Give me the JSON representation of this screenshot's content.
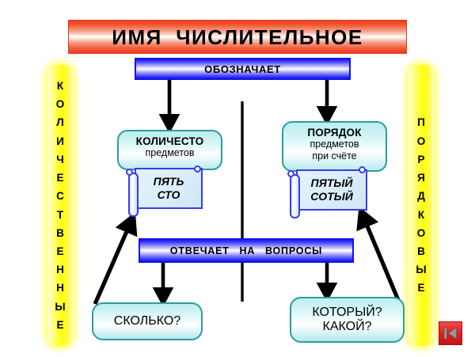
{
  "title": {
    "text": "ИМЯ  ЧИСЛИТЕЛЬНОЕ",
    "banner_color": "#ef3b21"
  },
  "nodes": {
    "oboznachaet": "ОБОЗНАЧАЕТ",
    "otvechaet": "ОТВЕЧАЕТ   НА   ВОПРОСЫ"
  },
  "left_branch": {
    "head": "КОЛИЧЕСТО",
    "sub1": "предметов",
    "examples": [
      "ПЯТЬ",
      "СТО"
    ],
    "answer": [
      "СКОЛЬКО?"
    ]
  },
  "right_branch": {
    "head": "ПОРЯДОК",
    "sub1": "предметов",
    "sub2": "при счёте",
    "examples": [
      "ПЯТЫЙ",
      "СОТЫЙ"
    ],
    "answer": [
      "КОТОРЫЙ?",
      "КАКОЙ?"
    ]
  },
  "side_panels": {
    "left_label": "КОЛИЧЕСТВЕННЫЕ",
    "right_label": "ПОРЯДКОВЫЕ",
    "left_letters": "К\nО\nЛ\nИ\nЧ\nЕ\nС\nТ\nВ\nЕ\nН\nН\nЫ\nЕ",
    "right_letters": "П\nО\nР\nЯ\nД\nК\nО\nВ\nЫ\nЕ",
    "panel_color": "#ffff10"
  },
  "nav": {
    "back_icon": "previous-arrow-icon",
    "back_color": "#e02020"
  },
  "colors": {
    "blue_box": "#1510e8",
    "teal_border": "#2e9c9c",
    "scroll_border": "#3a3af0",
    "arrow": "#000000"
  }
}
